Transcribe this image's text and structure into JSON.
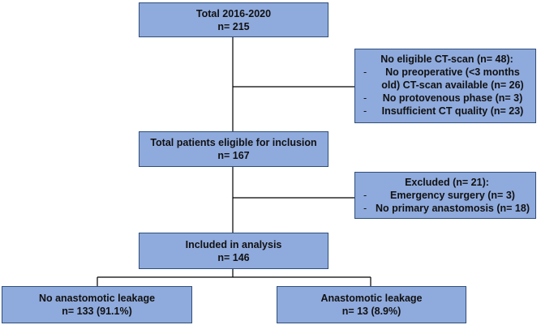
{
  "total": {
    "title": "Total 2016-2020",
    "n": "n= 215"
  },
  "no_ct": {
    "heading": "No eligible CT-scan (n= 48):",
    "items": [
      {
        "dash": "-",
        "line1": "No preoperative (<3 months",
        "line2": "old) CT-scan available (n= 26)"
      },
      {
        "dash": "-",
        "text": "No protovenous phase (n= 3)"
      },
      {
        "dash": "-",
        "text": "Insufficient CT quality (n= 23)"
      }
    ]
  },
  "eligible": {
    "title": "Total patients eligible  for inclusion",
    "n": "n= 167"
  },
  "excluded": {
    "heading": "Excluded (n= 21):",
    "items": [
      {
        "dash": "-",
        "text": "Emergency surgery (n= 3)"
      },
      {
        "dash": "-",
        "text": "No primary anastomosis (n= 18)"
      }
    ]
  },
  "included": {
    "title": "Included in analysis",
    "n": "n= 146"
  },
  "no_leak": {
    "title": "No anastomotic leakage",
    "n": "n= 133 (91.1%)"
  },
  "leak": {
    "title": "Anastomotic leakage",
    "n": "n= 13 (8.9%)"
  },
  "colors": {
    "box_fill": "#8faadc",
    "box_border": "#2f4f7a",
    "connector": "#000000"
  }
}
